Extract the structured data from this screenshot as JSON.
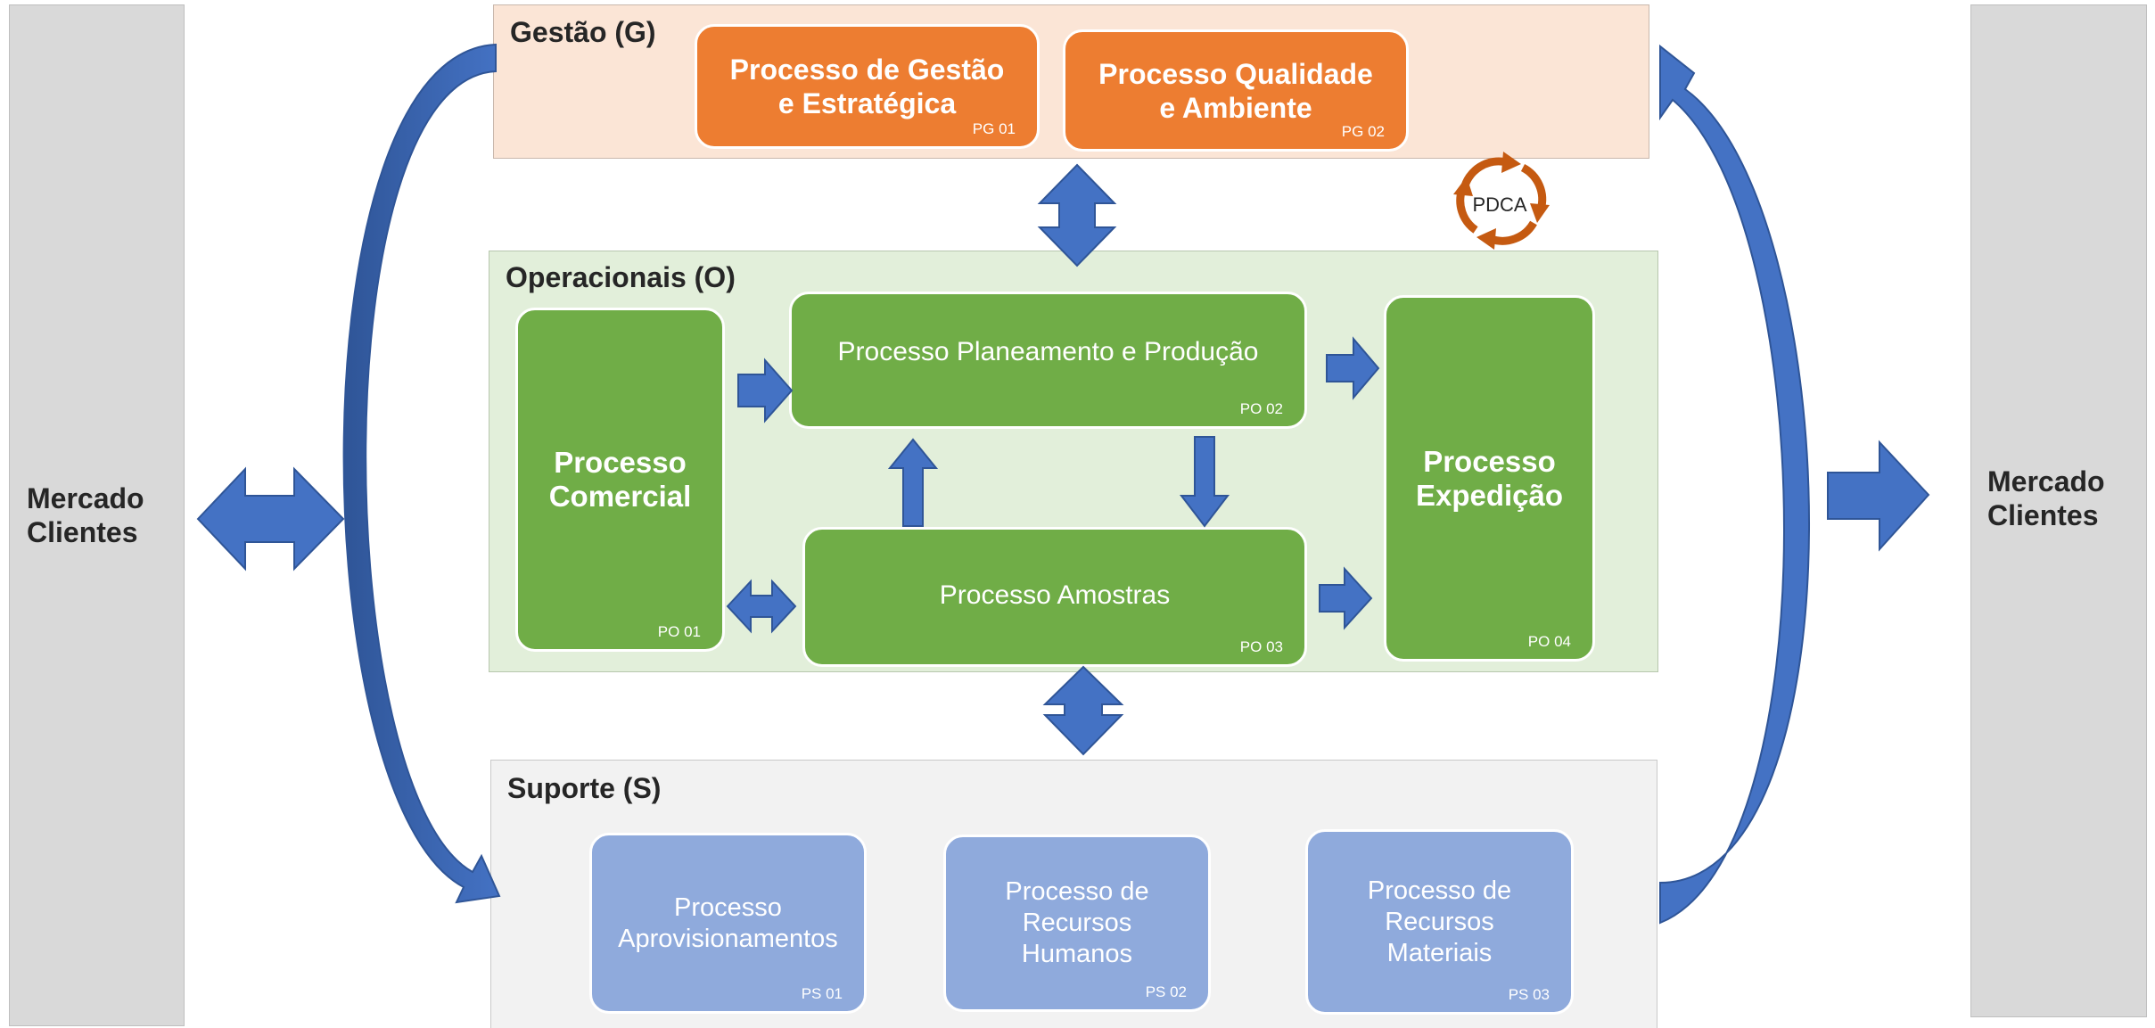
{
  "colors": {
    "arrow_blue": "#4472c4",
    "arrow_dark_blue": "#2f5597",
    "orange": "#ed7d31",
    "green": "#70ad47",
    "light_blue": "#8faadc",
    "pdca_brown": "#c55a11"
  },
  "left_market": {
    "label": "Mercado\nClientes"
  },
  "right_market": {
    "label": "Mercado\nClientes"
  },
  "gestao": {
    "title": "Gestão (G)",
    "processes": [
      {
        "label": "Processo de  Gestão\ne Estratégica",
        "code": "PG 01"
      },
      {
        "label": "Processo Qualidade\ne Ambiente",
        "code": "PG 02"
      }
    ],
    "pdca_label": "PDCA"
  },
  "operacionais": {
    "title": "Operacionais (O)",
    "comercial": {
      "label": "Processo\nComercial",
      "code": "PO 01"
    },
    "planeamento": {
      "label": "Processo Planeamento e Produção",
      "code": "PO 02"
    },
    "amostras": {
      "label": "Processo Amostras",
      "code": "PO 03"
    },
    "expedicao": {
      "label": "Processo\nExpedição",
      "code": "PO 04"
    }
  },
  "suporte": {
    "title": "Suporte (S)",
    "processes": [
      {
        "label": "Processo\nAprovisionamentos",
        "code": "PS 01"
      },
      {
        "label": "Processo de\nRecursos\nHumanos",
        "code": "PS 02"
      },
      {
        "label": "Processo de\nRecursos\nMateriais",
        "code": "PS 03"
      }
    ]
  }
}
